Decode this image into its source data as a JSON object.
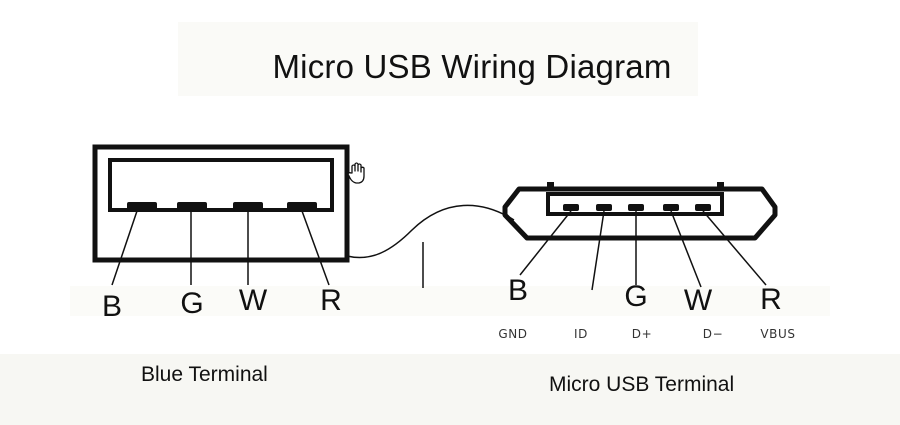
{
  "title": "Micro USB Wiring Diagram",
  "blue_terminal": {
    "caption": "Blue Terminal",
    "pins": [
      {
        "id": "b",
        "label": "B"
      },
      {
        "id": "g",
        "label": "G"
      },
      {
        "id": "w",
        "label": "W"
      },
      {
        "id": "r",
        "label": "R"
      }
    ]
  },
  "micro_terminal": {
    "caption": "Micro USB Terminal",
    "pins": [
      {
        "id": "b",
        "label": "B",
        "name": "GND"
      },
      {
        "id": "id",
        "label": "",
        "name": "ID"
      },
      {
        "id": "g",
        "label": "G",
        "name": "D+"
      },
      {
        "id": "w",
        "label": "W",
        "name": "D−"
      },
      {
        "id": "r",
        "label": "R",
        "name": "VBUS"
      }
    ]
  },
  "colors": {
    "line": "#111111",
    "pad": "#111111"
  },
  "icons": [
    "hand-cursor-icon"
  ]
}
